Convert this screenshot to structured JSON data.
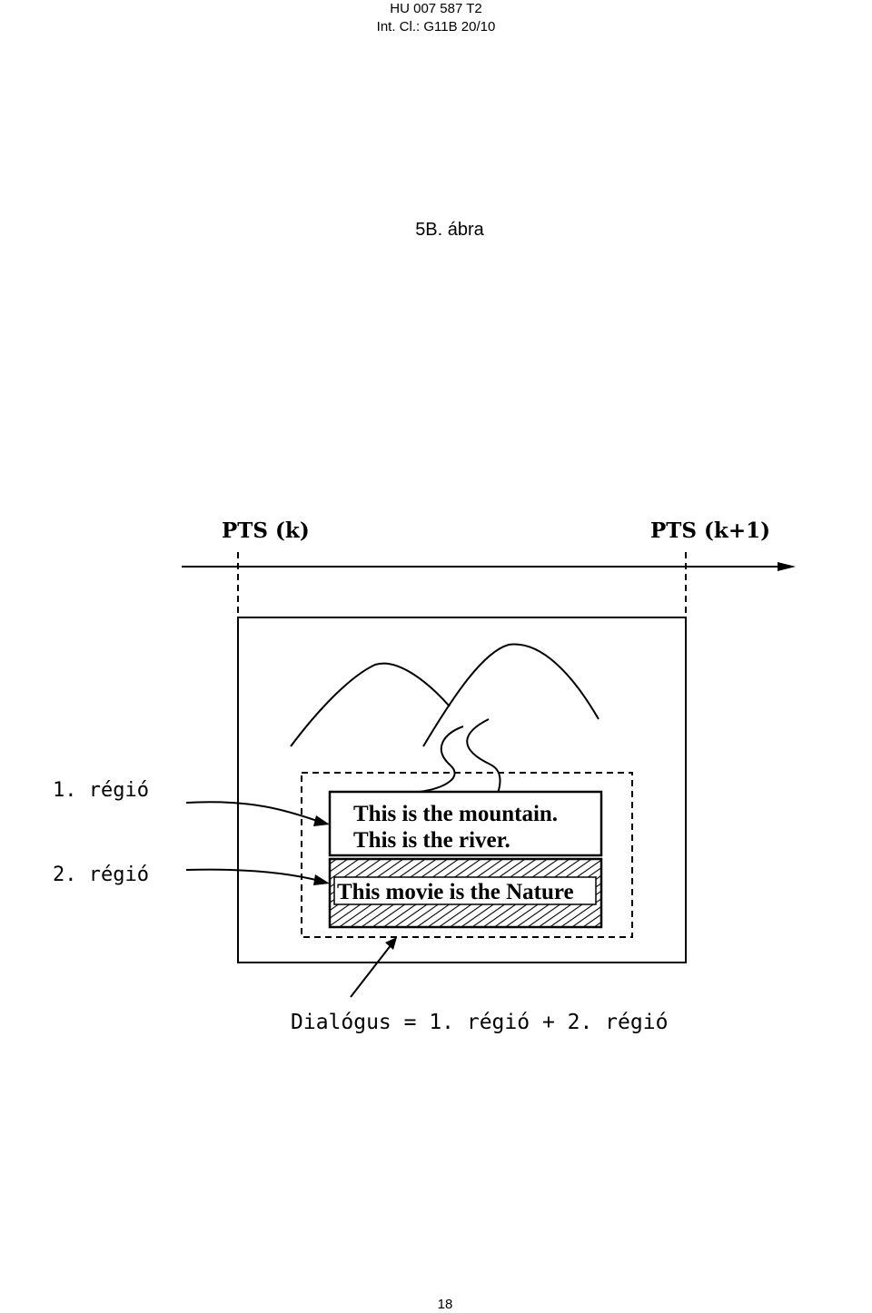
{
  "header": {
    "doc_number": "HU 007 587 T2",
    "int_class": "Int. Cl.: G11B 20/10"
  },
  "figure": {
    "title": "5B. ábra",
    "pts_start": "PTS (k)",
    "pts_end": "PTS (k+1)",
    "region1_label": "1. régió",
    "region2_label": "2. régió",
    "subtitle_line1": "This is the mountain.",
    "subtitle_line2": "This is the river.",
    "subtitle_line3": "This movie is the Nature",
    "dialog_caption": "Dialógus = 1. régió + 2. régió"
  },
  "page_number": "18"
}
